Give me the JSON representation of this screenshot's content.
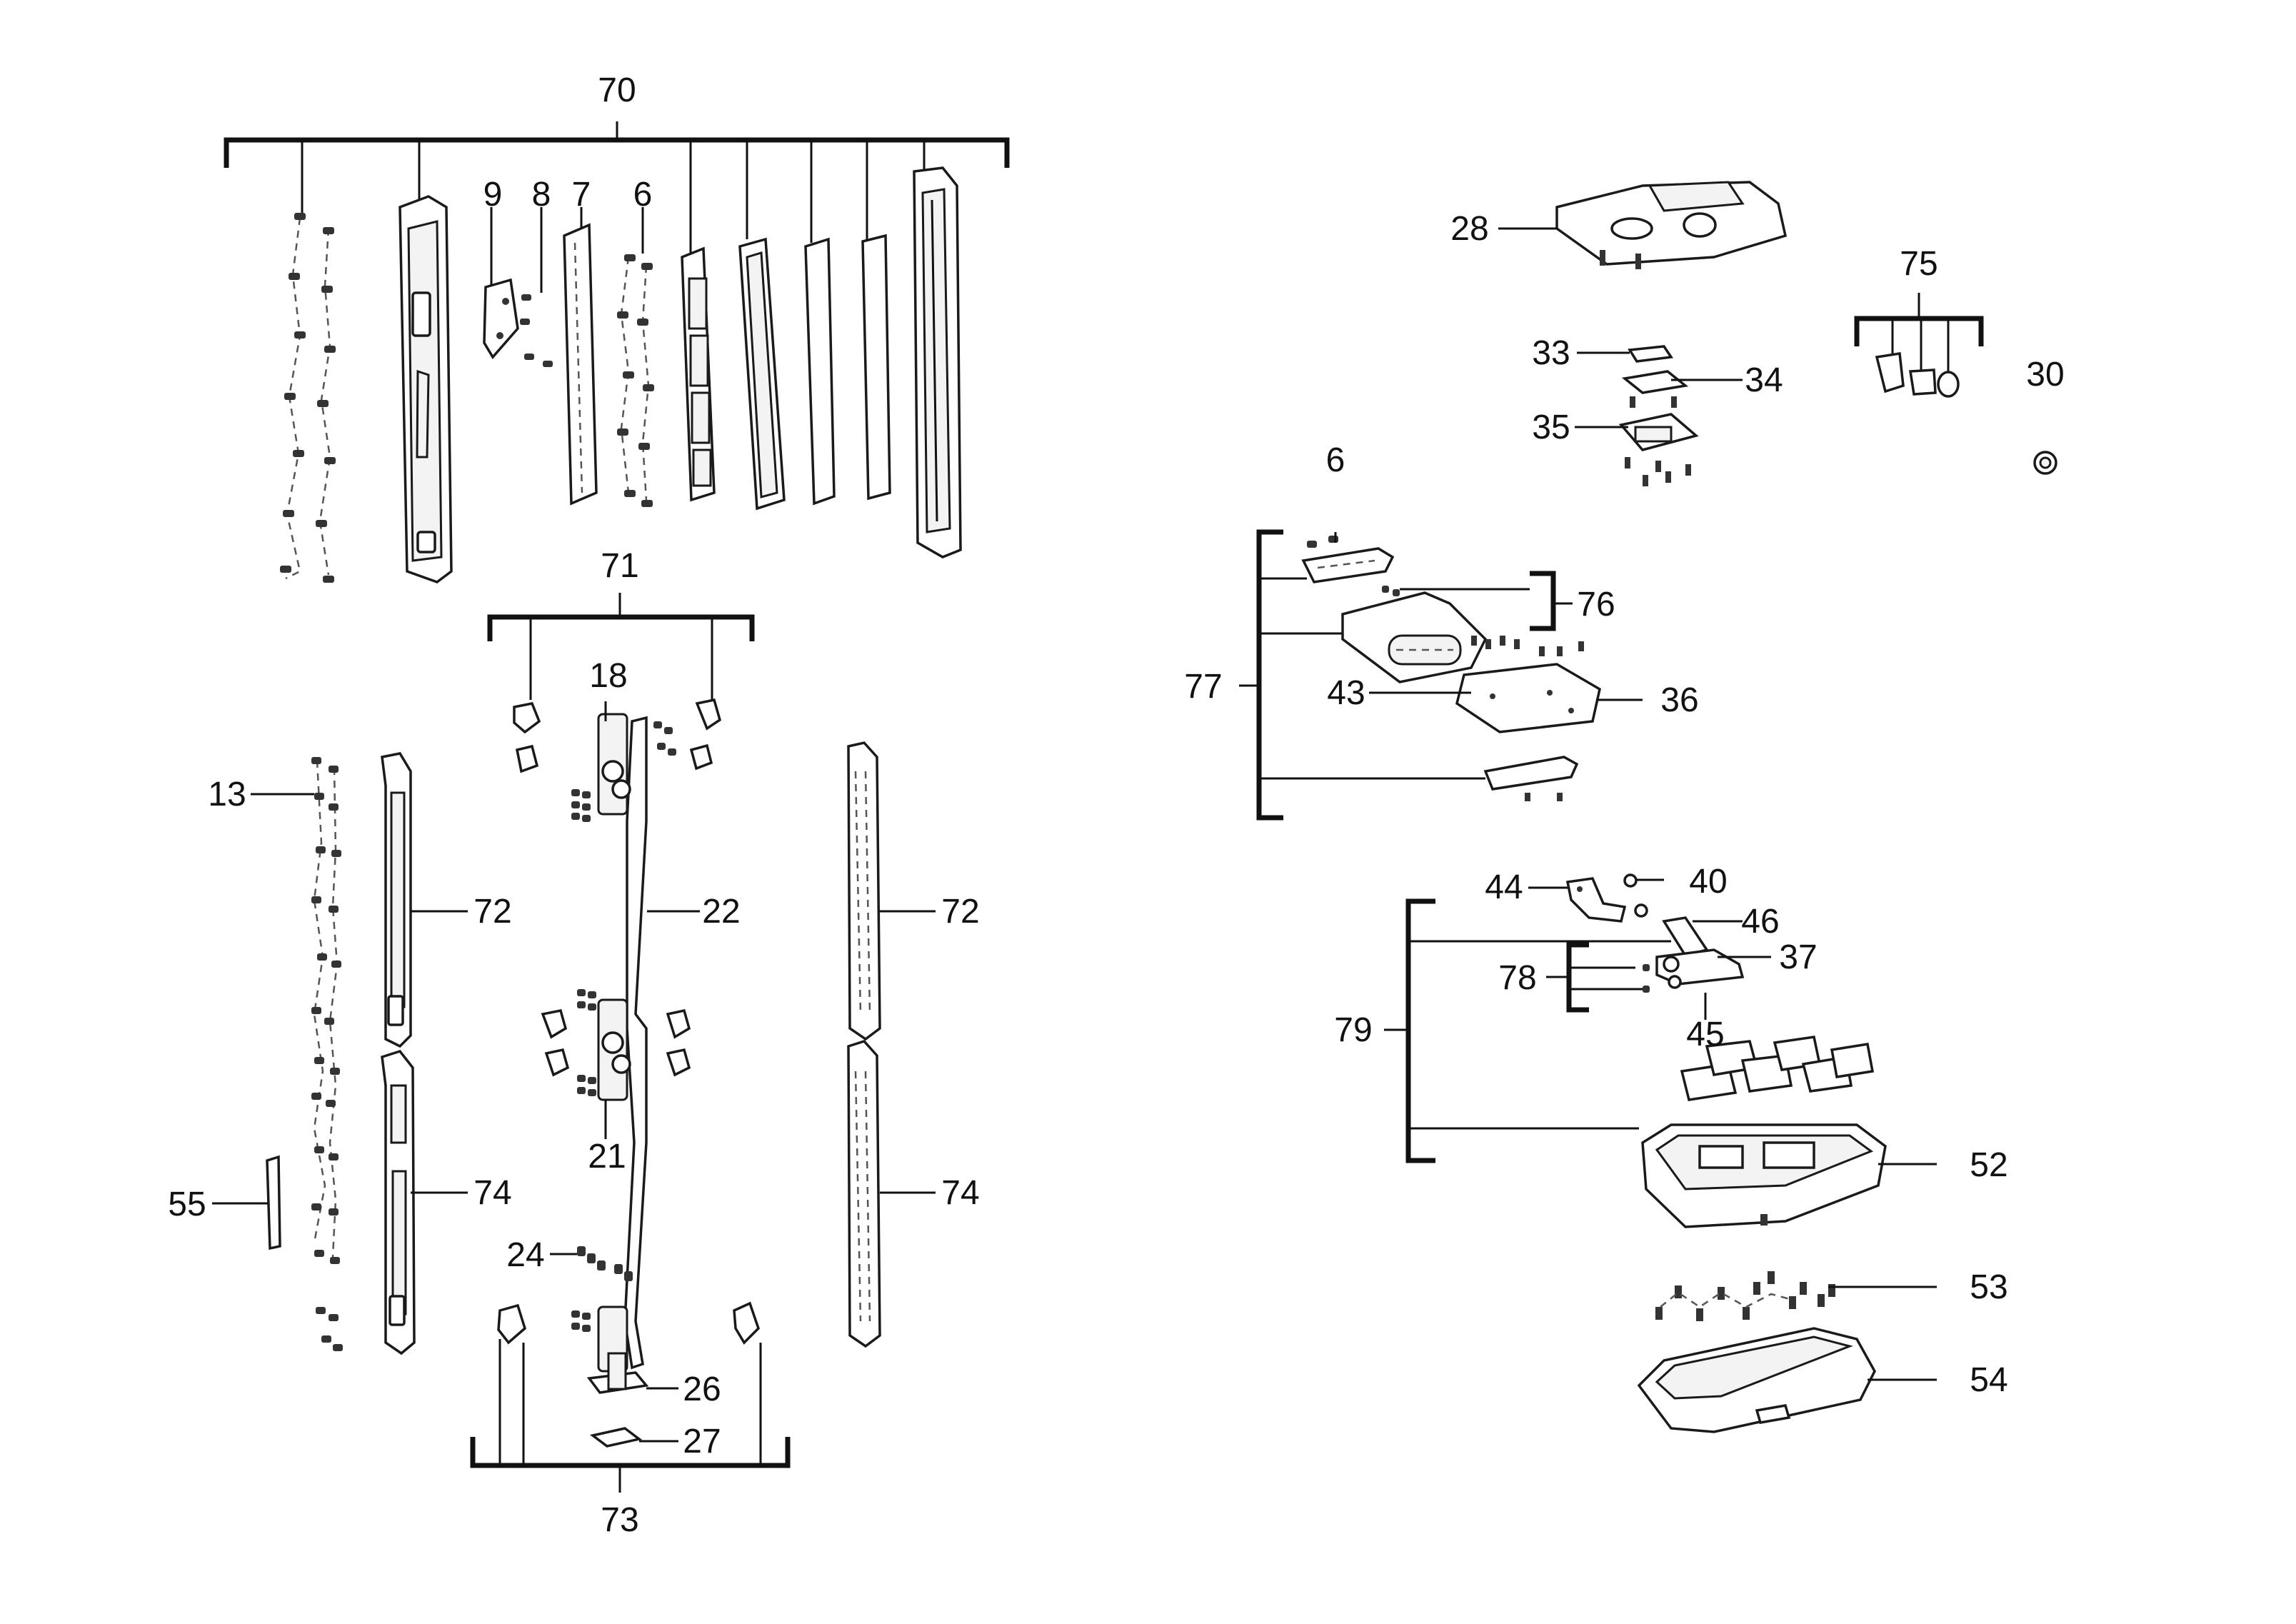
{
  "diagram": {
    "labels": {
      "l70": "70",
      "l9": "9",
      "l8": "8",
      "l7": "7",
      "l6a": "6",
      "l71": "71",
      "l18": "18",
      "l13": "13",
      "l72a": "72",
      "l22": "22",
      "l72b": "72",
      "l21": "21",
      "l55": "55",
      "l74a": "74",
      "l74b": "74",
      "l24": "24",
      "l26": "26",
      "l27": "27",
      "l73": "73",
      "l28": "28",
      "l33": "33",
      "l34": "34",
      "l35": "35",
      "l75": "75",
      "l30": "30",
      "l6b": "6",
      "l76": "76",
      "l77": "77",
      "l43": "43",
      "l36": "36",
      "l44": "44",
      "l40": "40",
      "l46": "46",
      "l37": "37",
      "l78": "78",
      "l79": "79",
      "l45": "45",
      "l52": "52",
      "l53": "53",
      "l54": "54"
    }
  }
}
